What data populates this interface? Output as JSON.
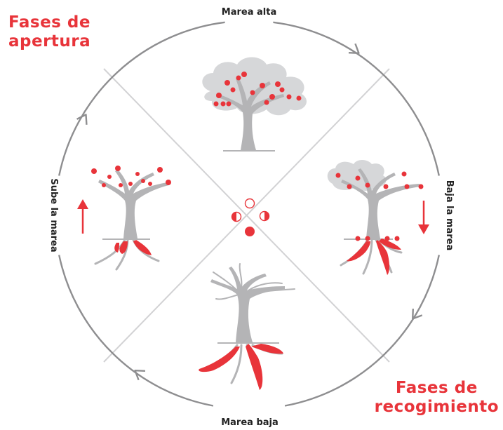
{
  "title_opening": {
    "line1": "Fases de",
    "line2": "apertura"
  },
  "title_closing": {
    "line1": "Fases de",
    "line2": "recogimiento"
  },
  "cycle_labels": {
    "top": "Marea alta",
    "right": "Baja la marea",
    "bottom": "Marea baja",
    "left": "Sube la marea"
  },
  "colors": {
    "accent_red": "#e8343a",
    "tree_gray": "#b4b4b6",
    "foliage_gray": "#d6d7d9",
    "circle_gray": "#8e8e90",
    "divider_gray": "#d2d2d4",
    "text_dark": "#222222"
  },
  "icons": {
    "top_arrow": "chevron-arrow-clockwise",
    "right_arrow": "chevron-arrow-clockwise",
    "bottom_arrow": "chevron-arrow-clockwise",
    "left_arrow": "chevron-arrow-clockwise",
    "rising_arrow": "red-up-arrow",
    "falling_arrow": "red-down-arrow",
    "moon_phases": "moon-phase-icons"
  }
}
